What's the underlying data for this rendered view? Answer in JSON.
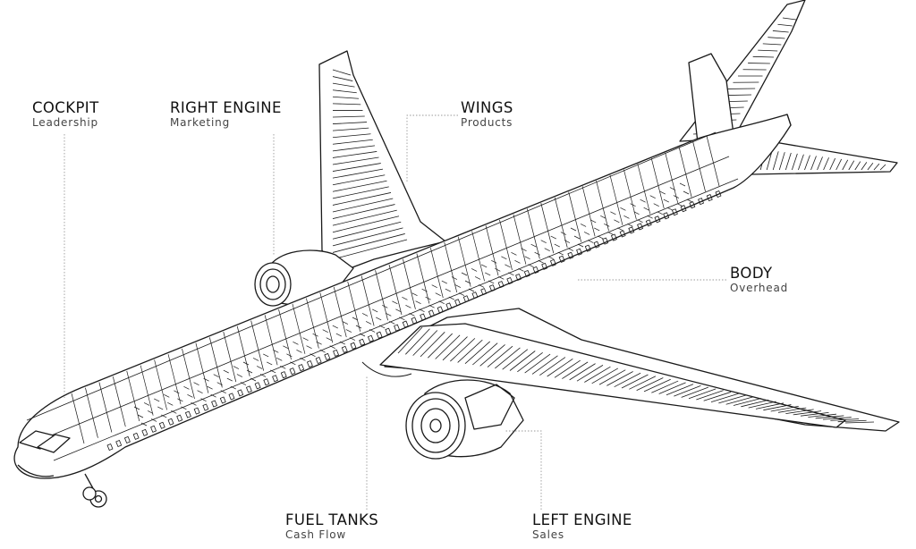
{
  "callouts": {
    "cockpit": {
      "title": "COCKPIT",
      "subtitle": "Leadership"
    },
    "right_engine": {
      "title": "RIGHT ENGINE",
      "subtitle": "Marketing"
    },
    "wings": {
      "title": "WINGS",
      "subtitle": "Products"
    },
    "body": {
      "title": "BODY",
      "subtitle": "Overhead"
    },
    "fuel_tanks": {
      "title": "FUEL TANKS",
      "subtitle": "Cash Flow"
    },
    "left_engine": {
      "title": "LEFT ENGINE",
      "subtitle": "Sales"
    }
  },
  "colors": {
    "line": "#1a1a1a",
    "leader": "#999999",
    "text": "#111111"
  }
}
